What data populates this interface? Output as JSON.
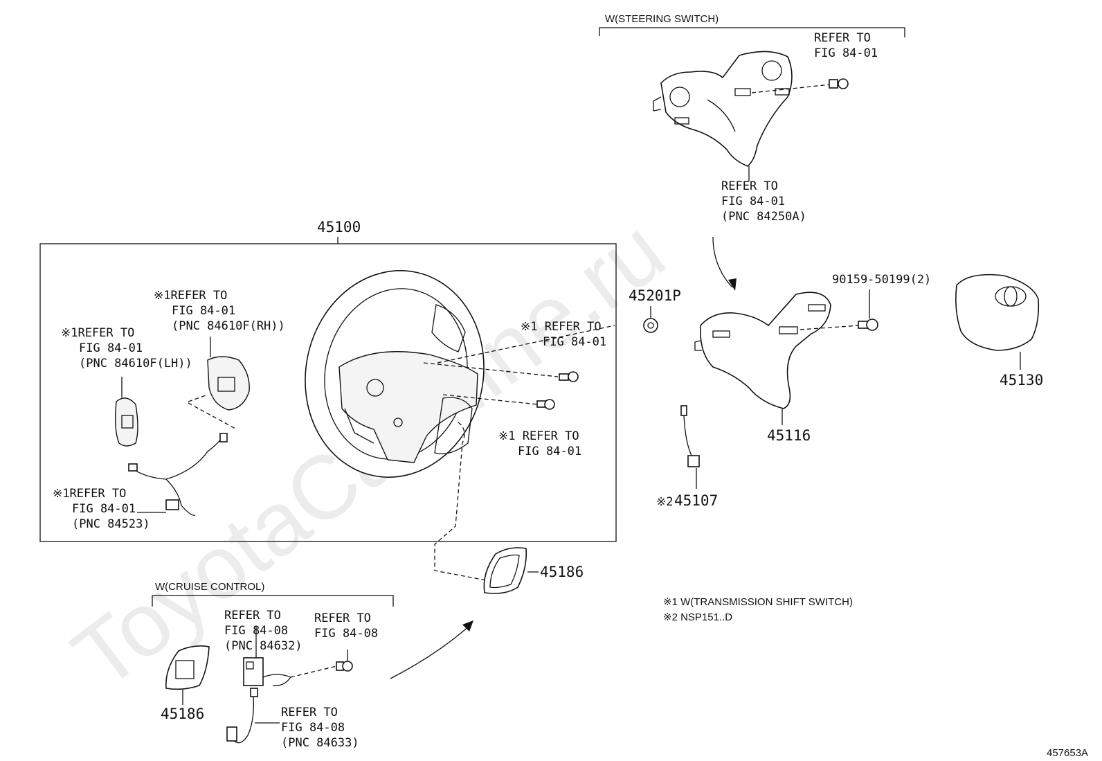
{
  "watermark": "ToyotaCarMine.ru",
  "diagram_id": "457653A",
  "groups": {
    "steering_switch": "W(STEERING SWITCH)",
    "cruise_control": "W(CRUISE CONTROL)"
  },
  "parts": {
    "p45100": "45100",
    "p45201P": "45201P",
    "p90159": "90159-50199(2)",
    "p45130": "45130",
    "p45116": "45116",
    "p45107": "45107",
    "p45107_mark": "※2",
    "p45186_a": "45186",
    "p45186_b": "45186"
  },
  "refs": {
    "ss_bolt": [
      "REFER TO",
      "FIG 84-01"
    ],
    "ss_cover": [
      "REFER TO",
      "FIG 84-01",
      "(PNC 84250A)"
    ],
    "paddle_rh": [
      "※1REFER TO",
      "FIG 84-01",
      "(PNC 84610F(RH))"
    ],
    "paddle_lh": [
      "※1REFER TO",
      "FIG 84-01",
      "(PNC 84610F(LH))"
    ],
    "wire_84523": [
      "※1REFER TO",
      "FIG 84-01",
      "(PNC 84523)"
    ],
    "screw_upper": [
      "※1 REFER TO",
      "FIG 84-01"
    ],
    "screw_lower": [
      "※1 REFER TO",
      "FIG 84-01"
    ],
    "cc_84632": [
      "REFER TO",
      "FIG 84-08",
      "(PNC 84632)"
    ],
    "cc_bolt": [
      "REFER TO",
      "FIG 84-08"
    ],
    "cc_84633": [
      "REFER TO",
      "FIG 84-08",
      "(PNC 84633)"
    ]
  },
  "notes": [
    "※1 W(TRANSMISSION SHIFT SWITCH)",
    "※2 NSP151..D"
  ]
}
